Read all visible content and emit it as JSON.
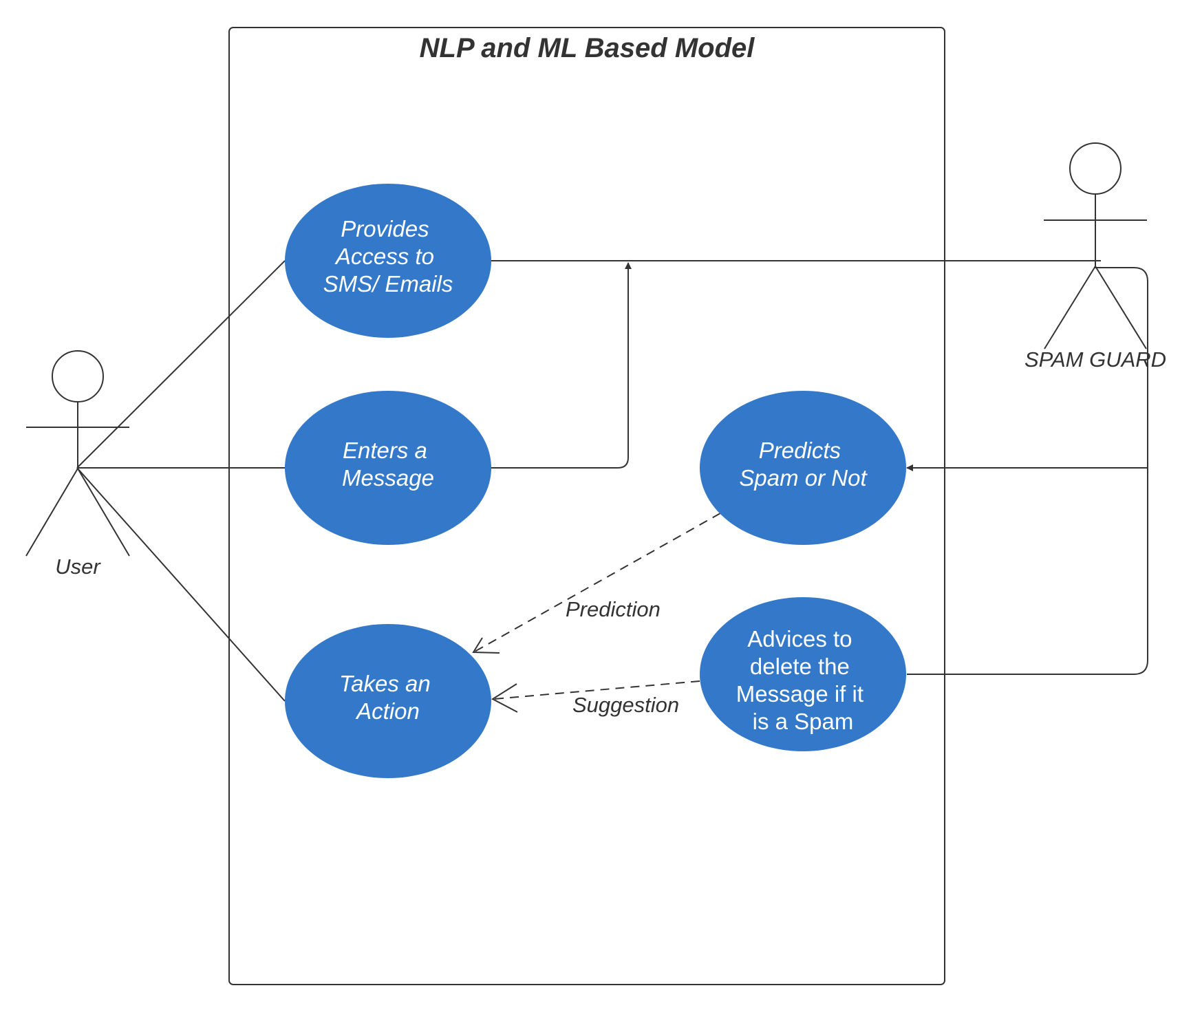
{
  "system": {
    "title": "NLP and ML Based Model"
  },
  "actors": {
    "user": {
      "name": "User"
    },
    "spam_guard": {
      "name": "SPAM GUARD"
    }
  },
  "use_cases": {
    "provides_access": {
      "lines": [
        "Provides",
        "Access to",
        "SMS/ Emails"
      ]
    },
    "enters_message": {
      "lines": [
        "Enters a",
        "Message"
      ]
    },
    "takes_action": {
      "lines": [
        "Takes an",
        "Action"
      ]
    },
    "predicts": {
      "lines": [
        "Predicts",
        "Spam or Not"
      ]
    },
    "advices": {
      "lines": [
        "Advices to",
        "delete the",
        "Message if it",
        "is a Spam"
      ]
    }
  },
  "relations": {
    "prediction": "Prediction",
    "suggestion": "Suggestion"
  },
  "colors": {
    "use_case_fill": "#3478c9",
    "line": "#333333",
    "text_on_use_case": "#ffffff"
  }
}
